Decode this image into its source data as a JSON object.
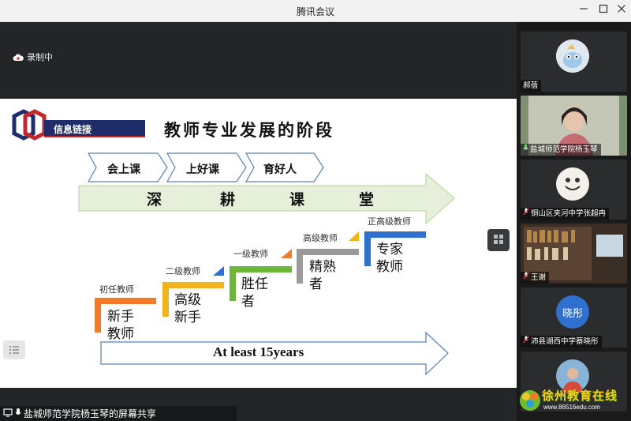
{
  "window": {
    "title": "腾讯会议",
    "minimize_icon": "minimize-icon",
    "maximize_icon": "maximize-icon",
    "close_icon": "close-icon"
  },
  "recording": {
    "label": "录制中",
    "icon": "cloud-record-icon"
  },
  "share": {
    "footer_label": "盐城师范学院杨玉琴的屏幕共享"
  },
  "slide": {
    "badge": "信息链接",
    "title": "教师专业发展的阶段",
    "chevrons": [
      "会上课",
      "上好课",
      "育好人"
    ],
    "banner_arrow": [
      "深",
      "耕",
      "课",
      "堂"
    ],
    "stages": [
      {
        "title": "初任教师",
        "label_lines": [
          "新手",
          "教师"
        ],
        "color": "#f07b2a"
      },
      {
        "title": "二级教师",
        "label_lines": [
          "高级",
          "新手"
        ],
        "color": "#f2b21b"
      },
      {
        "title": "一级教师",
        "label_lines": [
          "胜任",
          "者"
        ],
        "color": "#6cb73b"
      },
      {
        "title": "高级教师",
        "label_lines": [
          "精熟",
          "者"
        ],
        "color": "#9a9a9a"
      },
      {
        "title": "正高级教师",
        "label_lines": [
          "专家",
          "教师"
        ],
        "color": "#2f6fd0"
      }
    ],
    "bottom_arrow": "At least 15years"
  },
  "participants": [
    {
      "name": "郝蓓",
      "mic": "none",
      "speaking": false,
      "avatar": "cartoon-character-avatar"
    },
    {
      "name": "盐城师范学院杨玉琴",
      "mic": "mic-on",
      "speaking": true,
      "avatar": "video-feed"
    },
    {
      "name": "铜山区夹河中学张超冉",
      "mic": "mic-muted",
      "speaking": false,
      "avatar": "smile-face-avatar"
    },
    {
      "name": "王谢",
      "mic": "mic-muted",
      "speaking": false,
      "avatar": "bookshelf-video"
    },
    {
      "name": "沛县湖西中学蔡晓彤",
      "mic": "mic-muted",
      "speaking": false,
      "avatar_text": "晓彤",
      "avatar_color": "#2f6fd0"
    },
    {
      "name": "",
      "mic": "none",
      "speaking": false,
      "avatar": "photo-avatar"
    }
  ],
  "watermark": {
    "title": "徐州教育在线",
    "url": "www.86516edu.com"
  }
}
